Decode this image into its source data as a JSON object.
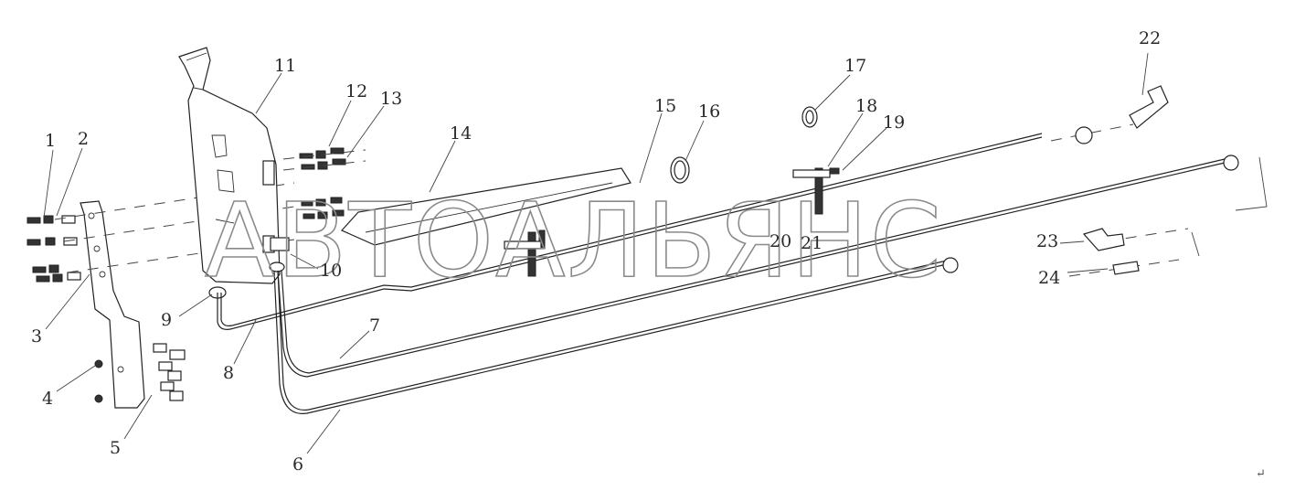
{
  "watermark": "АВТОАЛЬЯНС",
  "callouts": [
    "1",
    "2",
    "3",
    "4",
    "5",
    "6",
    "7",
    "8",
    "9",
    "10",
    "11",
    "12",
    "13",
    "14",
    "15",
    "16",
    "17",
    "18",
    "19",
    "20",
    "21",
    "22",
    "23",
    "24"
  ],
  "corner_mark": "↵"
}
